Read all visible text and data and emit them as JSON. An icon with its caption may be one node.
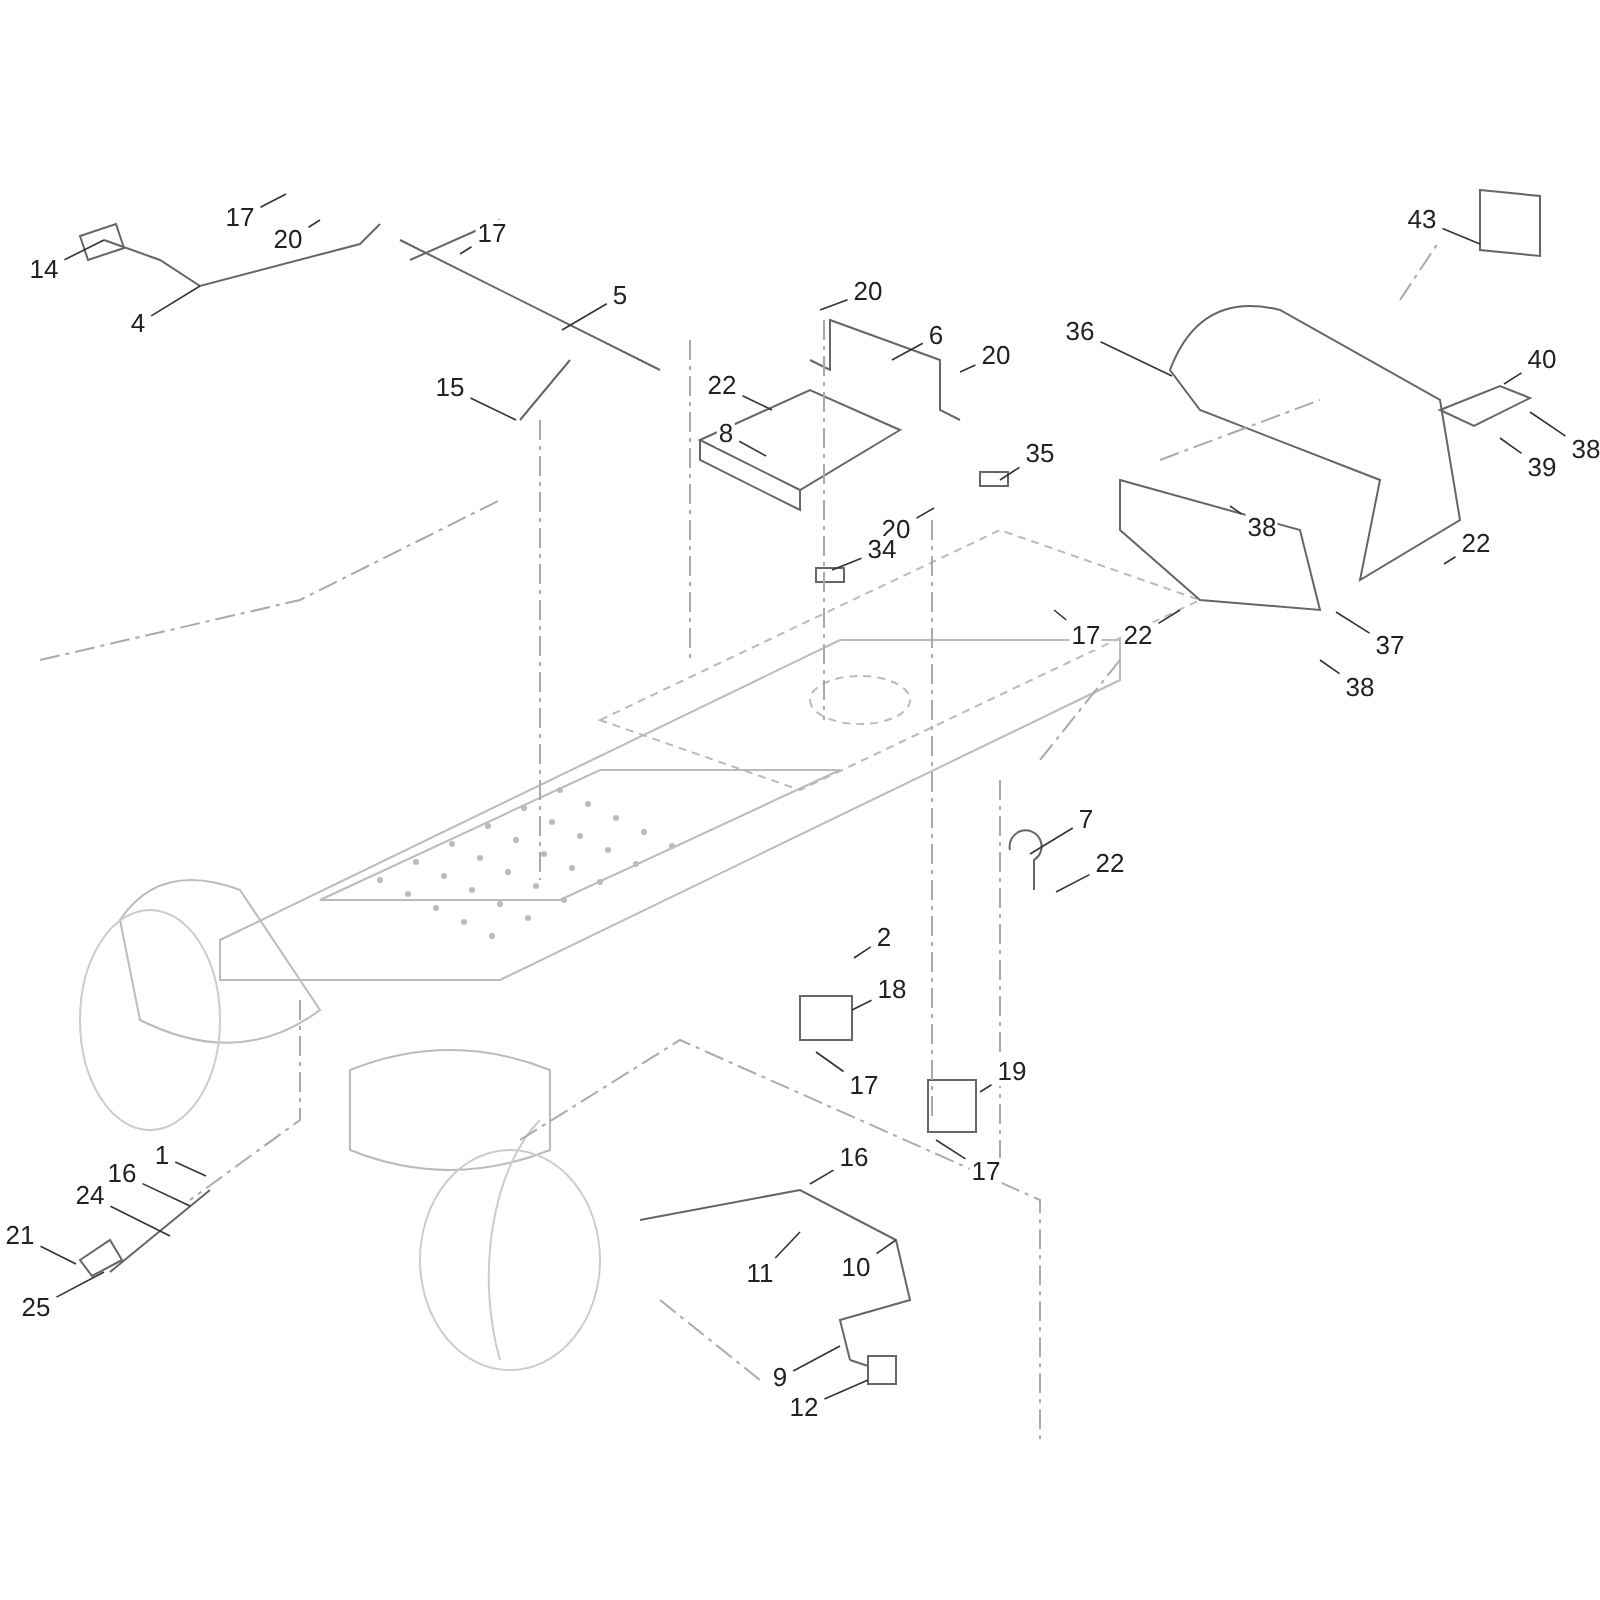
{
  "diagram": {
    "nodes": [
      {
        "text": [
          "17"
        ]
      },
      {
        "text": [
          "43"
        ]
      },
      {
        "text": [
          "17"
        ]
      },
      {
        "text": [
          "20"
        ]
      },
      {
        "text": [
          "14"
        ]
      },
      {
        "text": [
          "20"
        ]
      },
      {
        "text": [
          "5"
        ]
      },
      {
        "text": [
          "4"
        ]
      },
      {
        "text": [
          "36"
        ]
      },
      {
        "text": [
          "6"
        ]
      },
      {
        "text": [
          "20"
        ]
      },
      {
        "text": [
          "40"
        ]
      },
      {
        "text": [
          "22"
        ]
      },
      {
        "text": [
          "15"
        ]
      },
      {
        "text": [
          "8"
        ]
      },
      {
        "text": [
          "38"
        ]
      },
      {
        "text": [
          "35"
        ]
      },
      {
        "text": [
          "39"
        ]
      },
      {
        "text": [
          "38"
        ]
      },
      {
        "text": [
          "20"
        ]
      },
      {
        "text": [
          "22"
        ]
      },
      {
        "text": [
          "34"
        ]
      },
      {
        "text": [
          "17"
        ]
      },
      {
        "text": [
          "22"
        ]
      },
      {
        "text": [
          "37"
        ]
      },
      {
        "text": [
          "38"
        ]
      },
      {
        "text": [
          "7"
        ]
      },
      {
        "text": [
          "22"
        ]
      },
      {
        "text": [
          "2"
        ]
      },
      {
        "text": [
          "18"
        ]
      },
      {
        "text": [
          "19"
        ]
      },
      {
        "text": [
          "17"
        ]
      },
      {
        "text": [
          "1"
        ]
      },
      {
        "text": [
          "16"
        ]
      },
      {
        "text": [
          "17"
        ]
      },
      {
        "text": [
          "16"
        ]
      },
      {
        "text": [
          "24"
        ]
      },
      {
        "text": [
          "21"
        ]
      },
      {
        "text": [
          "11"
        ]
      },
      {
        "text": [
          "10"
        ]
      },
      {
        "text": [
          "25"
        ]
      },
      {
        "text": [
          "9"
        ]
      },
      {
        "text": [
          "12"
        ]
      }
    ],
    "edges": [
      {
        "from": 0,
        "to": null,
        "arrow": "none"
      },
      {
        "from": 1,
        "to": null,
        "arrow": "none"
      },
      {
        "from": 2,
        "to": null,
        "arrow": "none"
      },
      {
        "from": 3,
        "to": null,
        "arrow": "none"
      },
      {
        "from": 4,
        "to": null,
        "arrow": "none"
      },
      {
        "from": 5,
        "to": null,
        "arrow": "none"
      },
      {
        "from": 6,
        "to": null,
        "arrow": "none"
      },
      {
        "from": 7,
        "to": null,
        "arrow": "none"
      },
      {
        "from": 8,
        "to": null,
        "arrow": "none"
      },
      {
        "from": 9,
        "to": null,
        "arrow": "none"
      },
      {
        "from": 10,
        "to": null,
        "arrow": "none"
      },
      {
        "from": 11,
        "to": null,
        "arrow": "none"
      },
      {
        "from": 12,
        "to": null,
        "arrow": "none"
      },
      {
        "from": 13,
        "to": null,
        "arrow": "none"
      },
      {
        "from": 14,
        "to": null,
        "arrow": "none"
      },
      {
        "from": 15,
        "to": null,
        "arrow": "none"
      },
      {
        "from": 16,
        "to": null,
        "arrow": "none"
      },
      {
        "from": 17,
        "to": null,
        "arrow": "none"
      },
      {
        "from": 18,
        "to": null,
        "arrow": "none"
      },
      {
        "from": 19,
        "to": null,
        "arrow": "none"
      },
      {
        "from": 20,
        "to": null,
        "arrow": "none"
      },
      {
        "from": 21,
        "to": null,
        "arrow": "none"
      },
      {
        "from": 22,
        "to": null,
        "arrow": "none"
      },
      {
        "from": 23,
        "to": null,
        "arrow": "none"
      },
      {
        "from": 24,
        "to": null,
        "arrow": "none"
      },
      {
        "from": 25,
        "to": null,
        "arrow": "none"
      },
      {
        "from": 26,
        "to": null,
        "arrow": "none"
      },
      {
        "from": 27,
        "to": null,
        "arrow": "none"
      },
      {
        "from": 28,
        "to": null,
        "arrow": "none"
      },
      {
        "from": 29,
        "to": null,
        "arrow": "none"
      },
      {
        "from": 30,
        "to": null,
        "arrow": "none"
      },
      {
        "from": 31,
        "to": null,
        "arrow": "none"
      },
      {
        "from": 32,
        "to": null,
        "arrow": "none"
      },
      {
        "from": 33,
        "to": null,
        "arrow": "none"
      },
      {
        "from": 34,
        "to": null,
        "arrow": "none"
      },
      {
        "from": 35,
        "to": null,
        "arrow": "none"
      },
      {
        "from": 36,
        "to": null,
        "arrow": "none"
      },
      {
        "from": 37,
        "to": null,
        "arrow": "none"
      },
      {
        "from": 38,
        "to": null,
        "arrow": "none"
      },
      {
        "from": 39,
        "to": null,
        "arrow": "none"
      },
      {
        "from": 40,
        "to": null,
        "arrow": "none"
      },
      {
        "from": 41,
        "to": null,
        "arrow": "none"
      },
      {
        "from": 42,
        "to": null,
        "arrow": "none"
      }
    ]
  }
}
